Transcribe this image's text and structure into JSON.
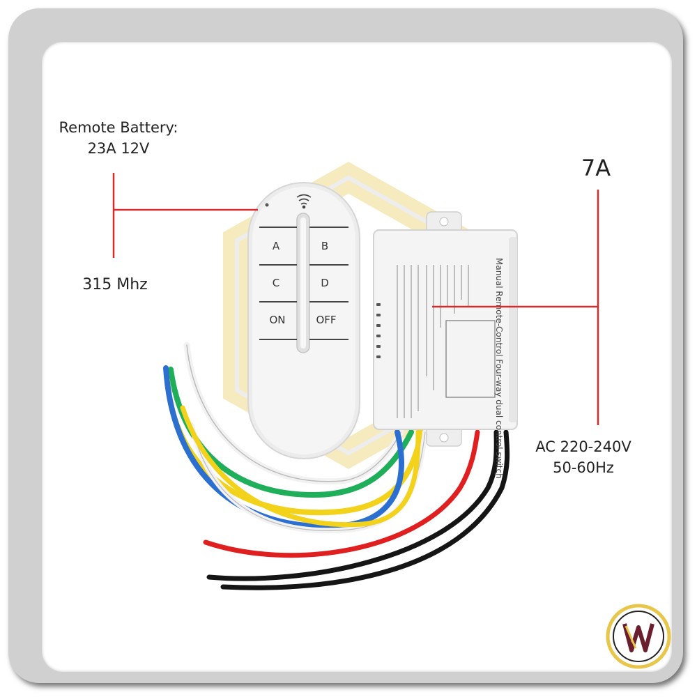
{
  "labels": {
    "battery_line1": "Remote Battery:",
    "battery_line2": "23A 12V",
    "frequency": "315 Mhz",
    "current": "7A",
    "ac_line1": "AC 220-240V",
    "ac_line2": "50-60Hz"
  },
  "remote": {
    "buttons": [
      "A",
      "B",
      "C",
      "D",
      "ON",
      "OFF"
    ]
  },
  "receiver": {
    "title": "Manual Remote-Control Four-way dual control switch"
  },
  "colors": {
    "annotation_line": "#d62b2b",
    "wire_red": "#e02020",
    "wire_black": "#151515",
    "wire_yellow": "#f2d21b",
    "wire_green": "#1fae5a",
    "wire_blue": "#2b6fd1",
    "wire_white": "#f2f2f2",
    "logo_gold": "#e8c64a"
  }
}
